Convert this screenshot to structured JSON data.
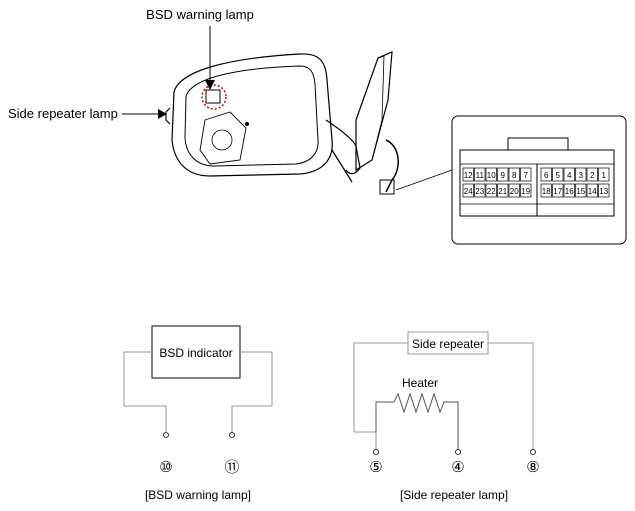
{
  "labels": {
    "bsd_warning_lamp": "BSD warning lamp",
    "side_repeater_lamp": "Side repeater lamp"
  },
  "connector": {
    "top_row": [
      "12",
      "11",
      "10",
      "9",
      "8",
      "7",
      "6",
      "5",
      "4",
      "3",
      "2",
      "1"
    ],
    "bottom_row": [
      "24",
      "23",
      "22",
      "21",
      "20",
      "19",
      "18",
      "17",
      "16",
      "15",
      "14",
      "13"
    ]
  },
  "schematic": {
    "bsd_box": "BSD indicator",
    "side_repeater_box": "Side repeater",
    "heater_label": "Heater",
    "pins": {
      "bsd_left": "⑩",
      "bsd_right": "⑪",
      "repeater_a": "⑤",
      "heater_b": "④",
      "repeater_c": "⑧"
    },
    "caption_bsd": "[BSD warning lamp]",
    "caption_repeater": "[Side repeater lamp]"
  },
  "colors": {
    "line": "#000000",
    "wire": "#999999",
    "highlight": "#cc0000"
  }
}
